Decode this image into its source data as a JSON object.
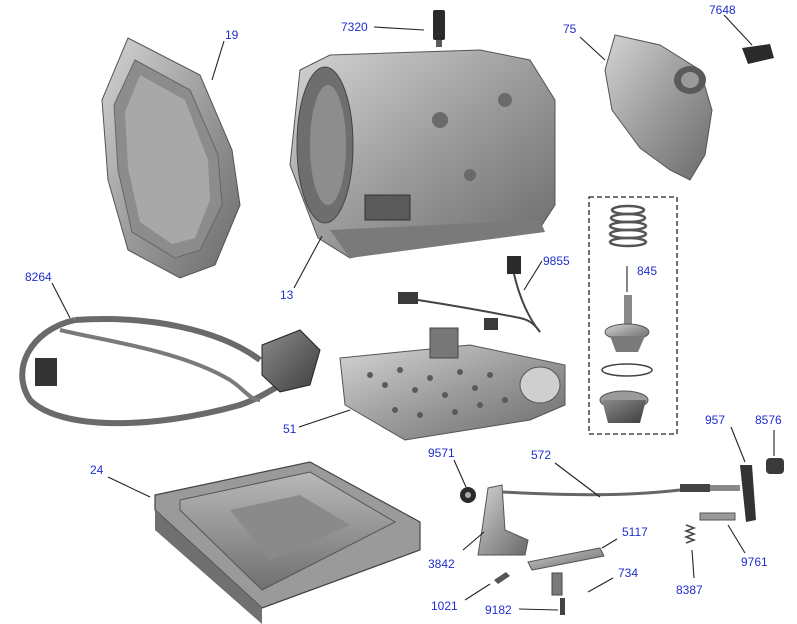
{
  "diagram": {
    "callouts": [
      {
        "id": "19",
        "text": "19"
      },
      {
        "id": "7320",
        "text": "7320"
      },
      {
        "id": "75",
        "text": "75"
      },
      {
        "id": "7648",
        "text": "7648"
      },
      {
        "id": "13",
        "text": "13"
      },
      {
        "id": "8264",
        "text": "8264"
      },
      {
        "id": "9855",
        "text": "9855"
      },
      {
        "id": "845",
        "text": "845"
      },
      {
        "id": "51",
        "text": "51"
      },
      {
        "id": "24",
        "text": "24"
      },
      {
        "id": "9571",
        "text": "9571"
      },
      {
        "id": "572",
        "text": "572"
      },
      {
        "id": "957",
        "text": "957"
      },
      {
        "id": "8576",
        "text": "8576"
      },
      {
        "id": "5117",
        "text": "5117"
      },
      {
        "id": "3842",
        "text": "3842"
      },
      {
        "id": "734",
        "text": "734"
      },
      {
        "id": "8387",
        "text": "8387"
      },
      {
        "id": "9761",
        "text": "9761"
      },
      {
        "id": "1021",
        "text": "1021"
      },
      {
        "id": "9182",
        "text": "9182"
      }
    ],
    "colors": {
      "callout": "#1f2fd0",
      "leader": "#222222",
      "part_metal": "#9a9a9a"
    }
  }
}
